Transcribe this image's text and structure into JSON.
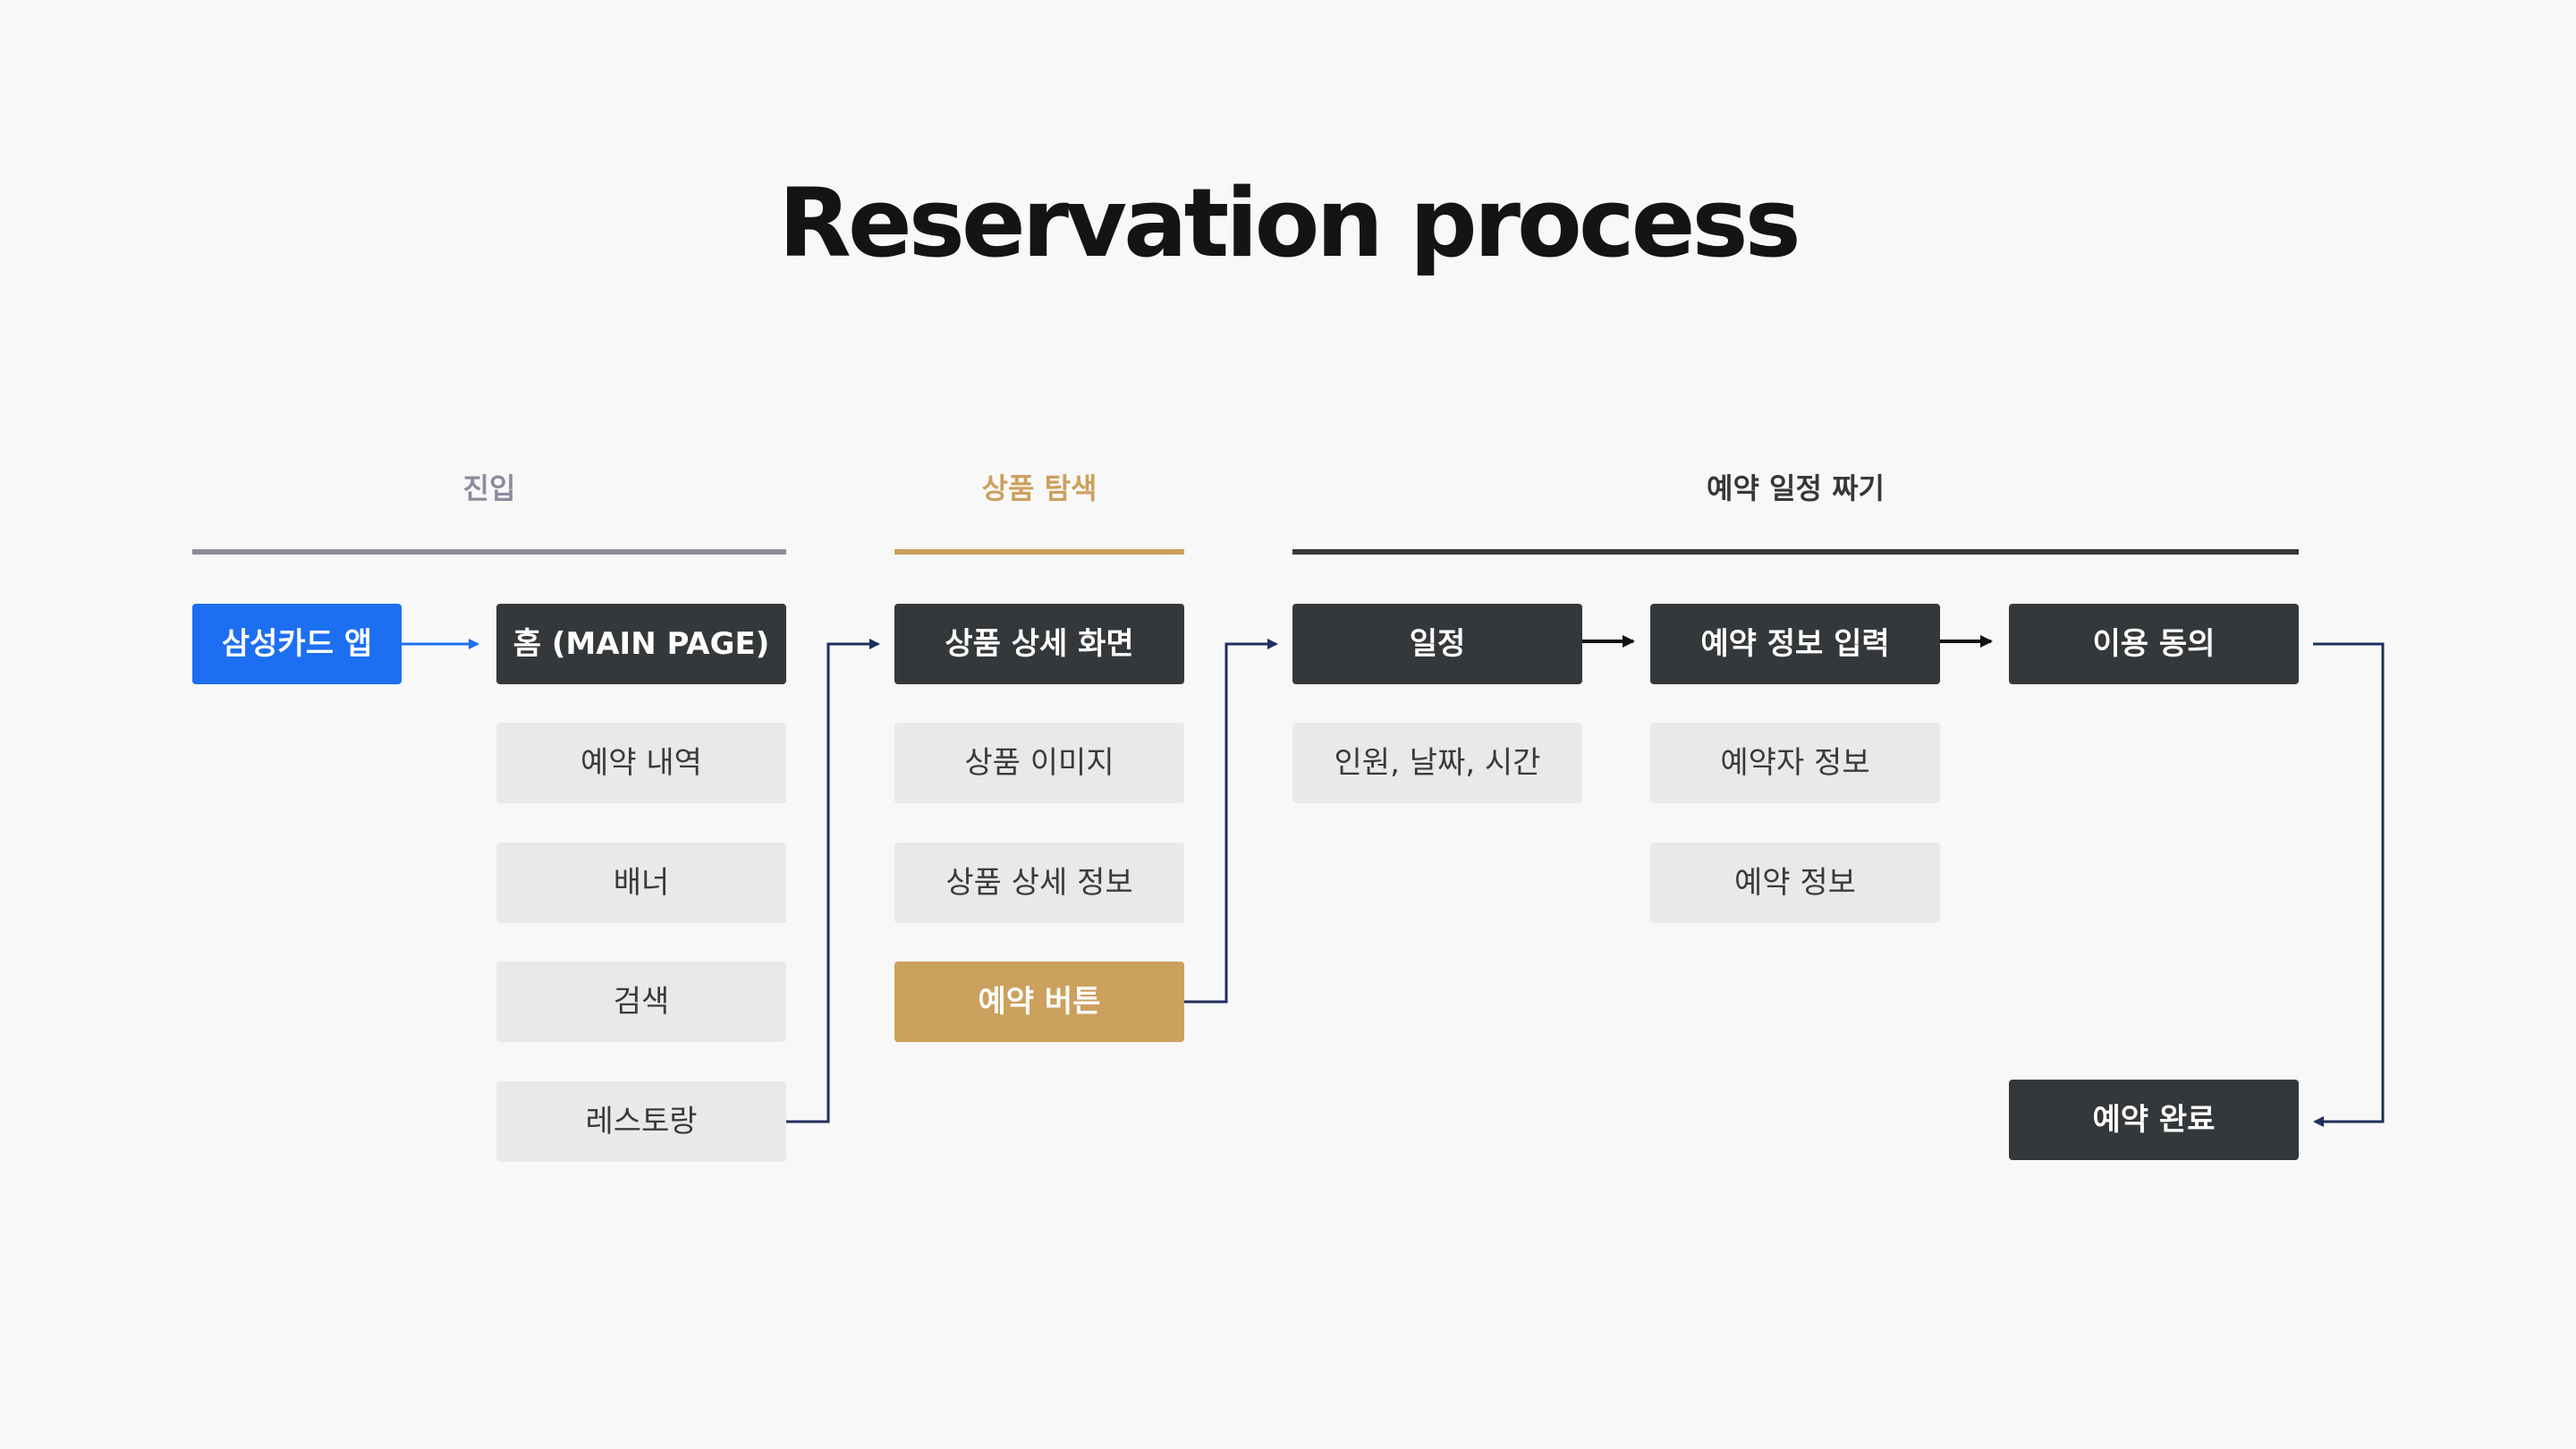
{
  "title": "Reservation process",
  "colors": {
    "entry": "#8c8c9e",
    "browse": "#cca05d",
    "schedule": "#35383a",
    "blue": "#1d6ff2",
    "navy": "#1f2f5e",
    "dark": "#35383a"
  },
  "sections": {
    "entry": "진입",
    "browse": "상품 탐색",
    "schedule": "예약 일정 짜기"
  },
  "nodes": {
    "samsung_card_app": "삼성카드 앱",
    "home": "홈 (MAIN PAGE)",
    "reservation_history": "예약 내역",
    "banner": "배너",
    "search": "검색",
    "restaurant": "레스토랑",
    "product_detail_screen": "상품 상세 화면",
    "product_image": "상품 이미지",
    "product_detail_info": "상품 상세 정보",
    "reserve_button": "예약 버튼",
    "schedule": "일정",
    "people_date_time": "인원, 날짜, 시간",
    "reservation_info_input": "예약 정보 입력",
    "reserver_info": "예약자 정보",
    "reservation_info": "예약 정보",
    "terms_agreement": "이용 동의",
    "reservation_complete": "예약 완료"
  }
}
